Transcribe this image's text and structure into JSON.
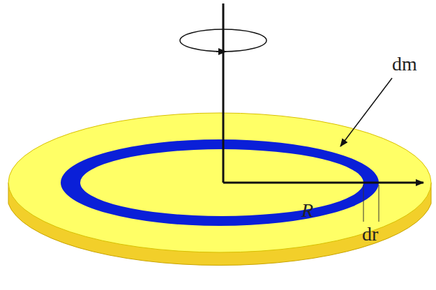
{
  "diagram": {
    "labels": [
      "dm",
      "R",
      "dr"
    ]
  }
}
